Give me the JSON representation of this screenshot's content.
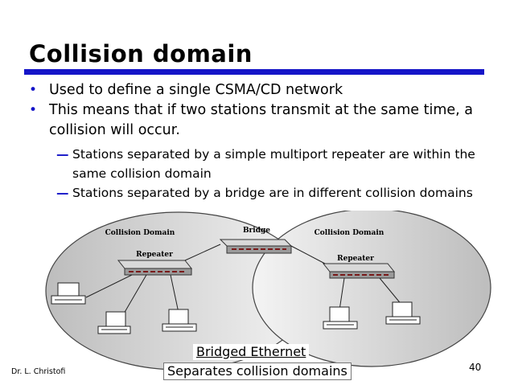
{
  "slide": {
    "title": "Collision domain",
    "bullets": [
      "Used to define a single CSMA/CD network",
      "This means that if two stations transmit at the same time, a collision will occur."
    ],
    "sub_bullets": [
      "Stations separated by a simple multiport repeater are within the same collision domain",
      "Stations separated by a bridge are in different collision domains"
    ],
    "accent_color": "#1515c8"
  },
  "diagram": {
    "left_domain_label": "Collision Domain",
    "right_domain_label": "Collision Domain",
    "bridge_label": "Bridge",
    "left_repeater_label": "Repeater",
    "right_repeater_label": "Repeater"
  },
  "caption": {
    "line1": "Bridged Ethernet",
    "line2": "Separates collision domains"
  },
  "footer": {
    "author": "Dr. L. Christofi",
    "page_number": "40"
  }
}
